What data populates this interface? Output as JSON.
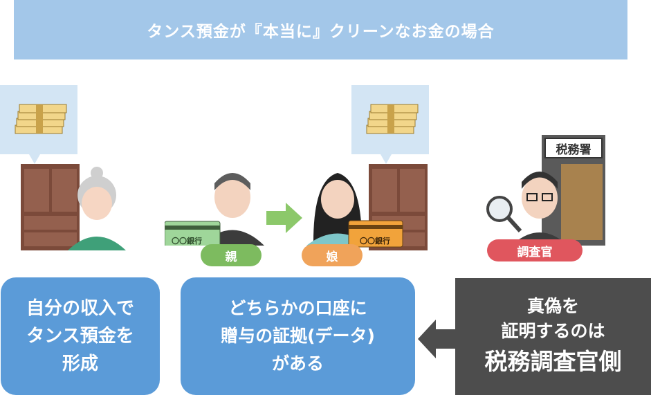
{
  "banner": {
    "title": "タンス預金が『本当に』クリーンなお金の場合"
  },
  "labels": {
    "parent": "親",
    "daughter": "娘",
    "inspector": "調査官",
    "tax_office": "税務署",
    "bank_card_left": "〇〇銀行",
    "bank_card_right": "〇〇銀行"
  },
  "boxes": {
    "left": [
      "自分の収入で",
      "タンス預金を",
      "形成"
    ],
    "middle": [
      "どちらかの口座に",
      "贈与の証拠(データ)",
      "がある"
    ],
    "right_line1": "真偽を",
    "right_line2": "証明するのは",
    "right_line3": "税務調査官側"
  },
  "colors": {
    "banner": "#a3c7e9",
    "box_blue": "#5b9bd8",
    "pill_green": "#7dbb5f",
    "pill_orange": "#f0a35a",
    "pill_red": "#e0565e",
    "dark_box": "#4d4d4d",
    "arrow_green": "#8cc86a"
  }
}
